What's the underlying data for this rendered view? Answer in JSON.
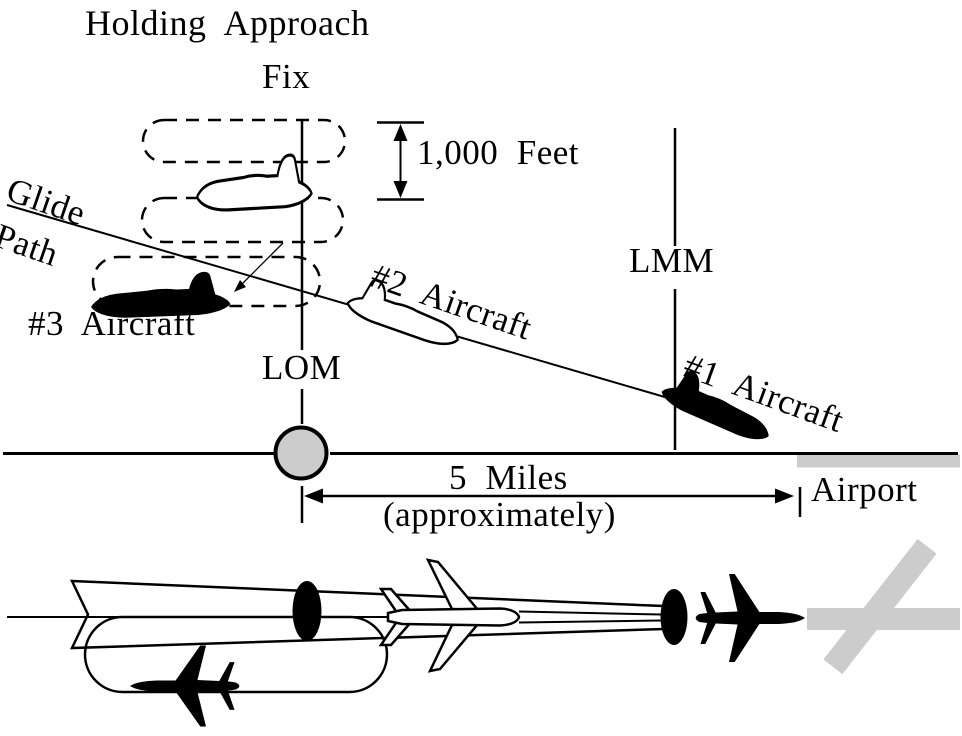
{
  "diagram": {
    "title": "Holding  Approach",
    "labels": {
      "fix": "Fix",
      "glide_line1": "Glide",
      "glide_line2": "Path",
      "separation": "1,000  Feet",
      "lmm": "LMM",
      "lom": "LOM",
      "aircraft1": "#1  Aircraft",
      "aircraft2": "#2  Aircraft",
      "aircraft3": "#3  Aircraft",
      "distance": "5  Miles",
      "distance_note": "(approximately)",
      "airport": "Airport"
    },
    "colors": {
      "ink": "#000000",
      "marker_gray": "#cccccc",
      "background": "#ffffff"
    }
  }
}
